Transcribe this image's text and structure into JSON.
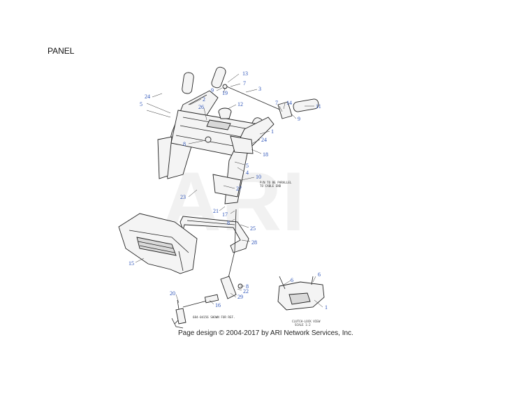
{
  "page": {
    "title": "PANEL"
  },
  "diagram": {
    "callouts": [
      "13",
      "7",
      "3",
      "9",
      "19",
      "24",
      "2",
      "12",
      "26",
      "7",
      "14",
      "11",
      "9",
      "5",
      "1",
      "24",
      "18",
      "8",
      "5",
      "4",
      "10",
      "27",
      "23",
      "21",
      "17",
      "8",
      "25",
      "28",
      "15",
      "8",
      "22",
      "29",
      "16",
      "20",
      "6",
      "6",
      "1"
    ],
    "notes": {
      "parallel_note_1": "P/N TO BE PARALLEL",
      "parallel_note_2": "TO CABLE END",
      "ref_note": "684-04156 SHOWN FOR REF.",
      "view_label_1": "CLUTCH-LOCK VIEW",
      "view_label_2": "SCALE 1:2"
    },
    "copyright": "Page design © 2004-2017 by ARI Network Services, Inc.",
    "watermark": "ARI"
  }
}
